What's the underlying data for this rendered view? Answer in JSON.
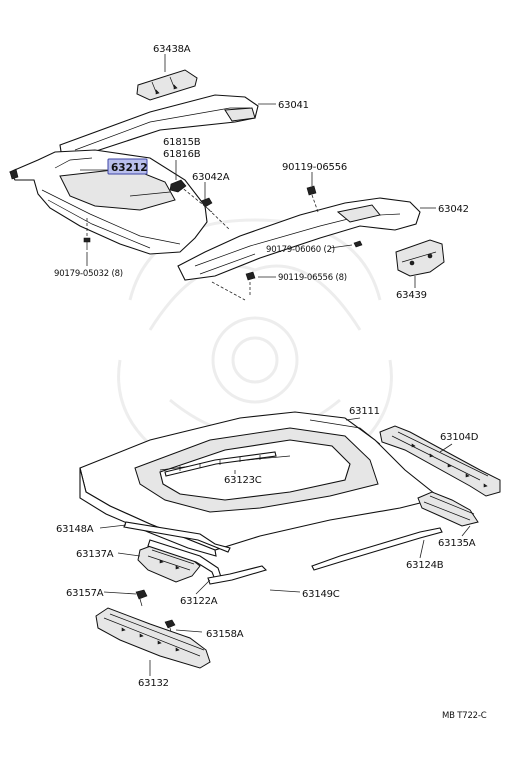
{
  "colors": {
    "highlight": "#b9bfec",
    "highlight_border": "#3e46a6",
    "line": "#111111",
    "background": "#ffffff"
  },
  "labels": {
    "p63438A": "63438A",
    "p63041": "63041",
    "p61815B": "61815B",
    "p61816B": "61816B",
    "p63212": "63212",
    "p63042A": "63042A",
    "p90119_06556_top": "90119-06556",
    "p63042": "63042",
    "p90179_06060": "90179-06060 (2)",
    "p90179_05032": "90179-05032 (8)",
    "p90119_06556_bot": "90119-06556 (8)",
    "p63439": "63439",
    "p63111": "63111",
    "p63104D": "63104D",
    "p63123C": "63123C",
    "p63148A": "63148A",
    "p63137A": "63137A",
    "p63135A": "63135A",
    "p63124B": "63124B",
    "p63157A": "63157A",
    "p63122A": "63122A",
    "p63149C": "63149C",
    "p63158A": "63158A",
    "p63132": "63132",
    "footer": "MB  T722-C"
  }
}
